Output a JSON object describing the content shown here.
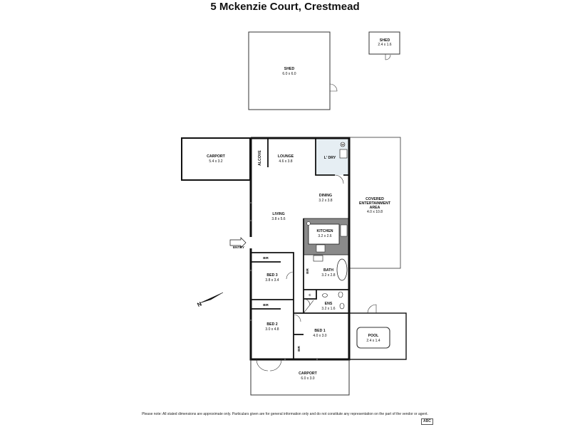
{
  "title": "5 Mckenzie Court, Crestmead",
  "rooms": {
    "shed_large": {
      "name": "SHED",
      "dims": "6.0 x 6.0"
    },
    "shed_small": {
      "name": "SHED",
      "dims": "2.4 x 1.6"
    },
    "carport_top": {
      "name": "CARPORT",
      "dims": "5.4 x 3.2"
    },
    "alcove": {
      "name": "ALCOVE"
    },
    "lounge": {
      "name": "LOUNGE",
      "dims": "4.6 x 3.8"
    },
    "laundry": {
      "name": "L' DRY"
    },
    "dining": {
      "name": "DINING",
      "dims": "3.2 x 3.8"
    },
    "covered_area": {
      "name_line1": "COVERED",
      "name_line2": "ENTERTAINMENT",
      "name_line3": "AREA",
      "dims": "4.0 x 10.8"
    },
    "living": {
      "name": "LIVING",
      "dims": "3.8 x 5.6"
    },
    "kitchen": {
      "name": "KITCHEN",
      "dims": "3.2 x 2.6"
    },
    "entry": {
      "name": "ENTRY"
    },
    "bir_bed3": {
      "name": "BIR"
    },
    "bed3": {
      "name": "BED 3",
      "dims": "3.8 x 3.4"
    },
    "bir_bath": {
      "name": "BIR"
    },
    "bath": {
      "name": "BATH",
      "dims": "3.2 x 2.8"
    },
    "bir_bed2": {
      "name": "BIR"
    },
    "c_cupboard": {
      "name": "C"
    },
    "ens": {
      "name": "ENS",
      "dims": "3.2 x 1.6"
    },
    "bed2": {
      "name": "BED 2",
      "dims": "3.0 x 4.8"
    },
    "bed1": {
      "name": "BED 1",
      "dims": "4.0 x 3.0"
    },
    "bir_bed1": {
      "name": "BIR"
    },
    "pool": {
      "name": "POOL",
      "dims": "2.4 x 1.4"
    },
    "carport_bottom": {
      "name": "CARPORT",
      "dims": "6.0 x 3.0"
    }
  },
  "compass": {
    "letter": "N"
  },
  "laundry_symbol": "W",
  "disclaimer": "Please note: All stated dimensions are approximate only. Particulars given are for general information only and do not constitute any representation on the part of the vendor or agent.",
  "logo_text": "ABC",
  "colors": {
    "wall": "#111111",
    "kitchen_bench": "#8a8a8a",
    "laundry_fill": "#e6eef3",
    "outline": "#333333"
  }
}
